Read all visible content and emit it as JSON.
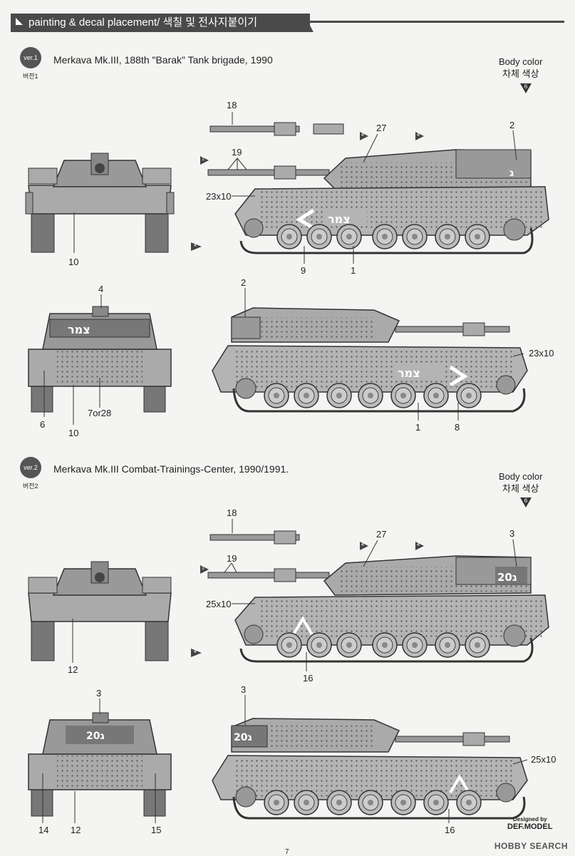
{
  "header": {
    "title": "painting & decal placement/ 색칠 및 전사지붙이기"
  },
  "sections": [
    {
      "badge": "ver.1",
      "badge_kr": "버전1",
      "title": "Merkava Mk.III, 188th \"Barak\" Tank brigade, 1990",
      "body_color_en": "Body color",
      "body_color_kr": "차체 색상",
      "body_color_num": "6",
      "hull_marking": "צמר",
      "turret_marking": "ג"
    },
    {
      "badge": "ver.2",
      "badge_kr": "버전2",
      "title": "Merkava Mk.III Combat-Trainings-Center, 1990/1991.",
      "body_color_en": "Body color",
      "body_color_kr": "차체 색상",
      "body_color_num": "6",
      "turret_marking": "ג20"
    }
  ],
  "callouts": {
    "v1": {
      "n18": "18",
      "n19": "19",
      "n27": "27",
      "n2a": "2",
      "n23a": "23x10",
      "n10a": "10",
      "n9": "9",
      "n1a": "1",
      "n4a": "4",
      "n2b": "2",
      "n23b": "23x10",
      "n6": "6",
      "n10b": "10",
      "n7or28": "7or28",
      "n1b": "1",
      "n8": "8"
    },
    "v2": {
      "n18": "18",
      "n19": "19",
      "n27": "27",
      "n3a": "3",
      "n25a": "25x10",
      "n12a": "12",
      "n16a": "16",
      "n3b": "3",
      "n3c": "3",
      "n25b": "25x10",
      "n14": "14",
      "n12b": "12",
      "n15": "15",
      "n16b": "16"
    },
    "paint_refs": {
      "p1": "1",
      "p4": "4"
    }
  },
  "footer": {
    "designed_by": "Designed by",
    "designer": "DEF.MODEL",
    "watermark": "HOBBY SEARCH",
    "page": "7"
  }
}
